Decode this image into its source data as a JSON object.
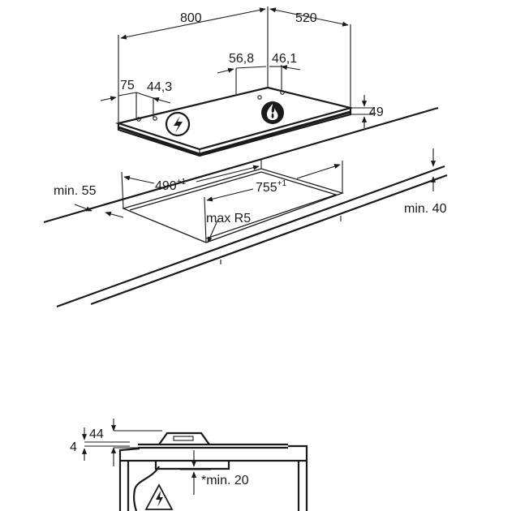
{
  "top_view": {
    "width": "800",
    "depth": "520",
    "gas_offset_left": "56,8",
    "gas_offset_right": "46,1",
    "side_offset": "75",
    "connector_offset": "44,3",
    "height": "49"
  },
  "cutout": {
    "min_front": "min. 55",
    "depth_value": "490",
    "depth_tol": "+1",
    "width_value": "755",
    "width_tol": "+1",
    "corner_radius": "max R5",
    "min_worktop": "min. 40"
  },
  "side_view": {
    "top_gap": "44",
    "left_gap": "4",
    "min_clearance": "*min. 20"
  },
  "icons": [
    "electric-warning-icon",
    "gas-flame-icon",
    "electric-warning-icon"
  ]
}
